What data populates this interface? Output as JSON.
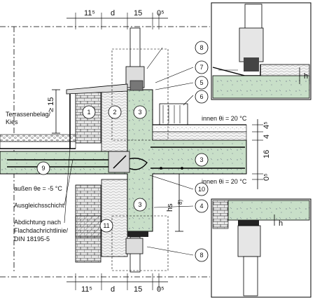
{
  "top_dims": {
    "a": "11⁵",
    "b": "d",
    "c": "15",
    "d": "0⁵"
  },
  "bottom_dims": {
    "a": "11⁵",
    "b": "d",
    "c": "15",
    "d": "0⁵"
  },
  "right_dims": {
    "a": "4⁵",
    "b": "4",
    "c": "16",
    "d": "0⁵"
  },
  "left_dim": "≥ 15",
  "callouts": [
    "1",
    "2",
    "3",
    "3",
    "3",
    "4",
    "5",
    "6",
    "7",
    "8",
    "8",
    "9",
    "10",
    "11"
  ],
  "labels": {
    "terrace": "Terrassenbelag/\nKies",
    "inside_top": "innen   θi = 20 °C",
    "inside_bottom": "innen   θi = 20 °C",
    "outside": "außen   θe = -5 °C",
    "ausgleich": "Ausgleichsschicht",
    "abdichtung_1": "Abdichtung nach",
    "abdichtung_2": "Flachdachrichtlinie/",
    "abdichtung_3": "DIN 18195-5",
    "hs": "hs",
    "hs_sup": "8)",
    "h_top": "h",
    "h_bottom": "h"
  }
}
